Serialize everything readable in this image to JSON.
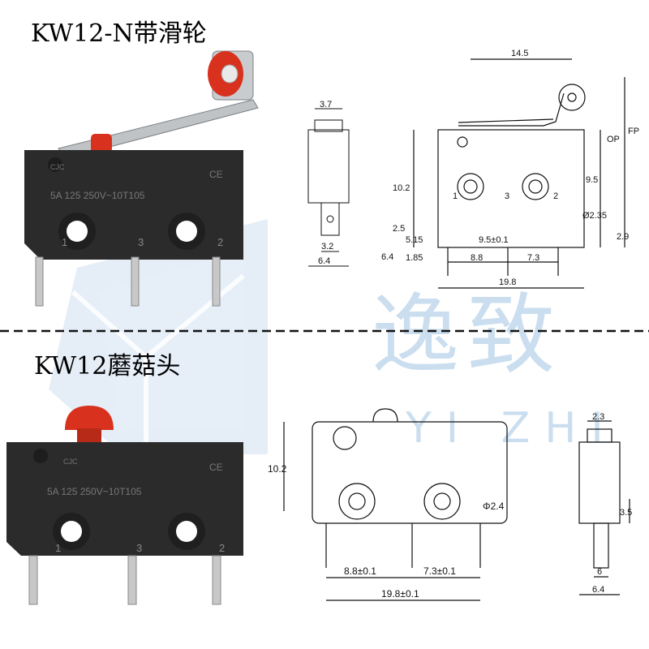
{
  "titles": {
    "top": "KW12-N带滑轮",
    "bottom": "KW12蘑菇头"
  },
  "watermark": {
    "chinese": "逸致",
    "english": "YI ZHI",
    "color": "#b9d3ea"
  },
  "switch_body": {
    "brand_mark": "CJC",
    "ce_mark": "CE",
    "rating_text": "5A 125 250V~10T105",
    "terminals": [
      "1",
      "3",
      "2"
    ],
    "color": "#2b2b2b",
    "actuator_color": "#d8321e"
  },
  "top_side_view": {
    "dims": [
      "3.7",
      "6.4",
      "3.2"
    ]
  },
  "top_front_view": {
    "dims": {
      "width_top": "14.5",
      "height": "10.2",
      "pin_offset": "2.5",
      "body_to_hole": "9.5",
      "bottom_gap": "2.9",
      "pin_length": "6.4",
      "pin1": "5.15",
      "pitch_tol": "9.5±0.1",
      "edge": "1.85",
      "pitch_a": "8.8",
      "pitch_b": "7.3",
      "overall": "19.8",
      "hole_dia": "Ø2.35",
      "op": "OP",
      "fp": "FP"
    },
    "pin_labels": [
      "1",
      "3",
      "2"
    ]
  },
  "bottom_front_view": {
    "dims": {
      "height": "10.2",
      "hole_dia": "Φ2.4",
      "pitch_a": "8.8±0.1",
      "pitch_b": "7.3±0.1",
      "overall": "19.8±0.1"
    }
  },
  "bottom_side_view": {
    "dims": [
      "2.3",
      "3.5",
      "6",
      "6.4"
    ]
  }
}
